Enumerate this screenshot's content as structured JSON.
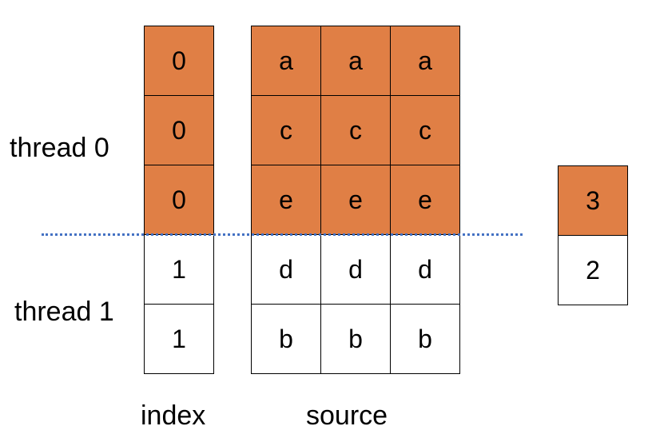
{
  "thread_labels": [
    "thread 0",
    "thread 1"
  ],
  "index": {
    "label": "index",
    "cells": [
      {
        "text": "0",
        "highlighted": true
      },
      {
        "text": "0",
        "highlighted": true
      },
      {
        "text": "0",
        "highlighted": true
      },
      {
        "text": "1",
        "highlighted": false
      },
      {
        "text": "1",
        "highlighted": false
      }
    ]
  },
  "source": {
    "label": "source",
    "rows": [
      {
        "cells": [
          "a",
          "a",
          "a"
        ],
        "highlighted": true
      },
      {
        "cells": [
          "c",
          "c",
          "c"
        ],
        "highlighted": true
      },
      {
        "cells": [
          "e",
          "e",
          "e"
        ],
        "highlighted": true
      },
      {
        "cells": [
          "d",
          "d",
          "d"
        ],
        "highlighted": false
      },
      {
        "cells": [
          "b",
          "b",
          "b"
        ],
        "highlighted": false
      }
    ]
  },
  "counts": {
    "cells": [
      {
        "text": "3",
        "highlighted": true
      },
      {
        "text": "2",
        "highlighted": false
      }
    ]
  },
  "colors": {
    "highlight": "#e07f45",
    "divider": "#4472c4",
    "border": "#000000"
  }
}
